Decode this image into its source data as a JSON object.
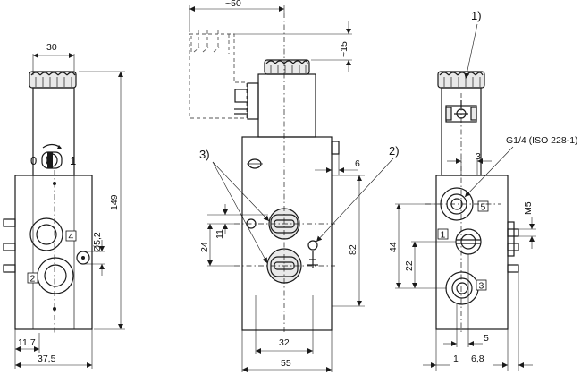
{
  "views": {
    "left": {
      "dim_width_top": "30",
      "dim_height": "149",
      "dim_port_dia": "Ø5,2",
      "dim_bottom_a": "11,7",
      "dim_bottom_b": "37,5",
      "switch_off": "0",
      "switch_on": "1",
      "port_a": "4",
      "port_b": "2"
    },
    "middle": {
      "dim_top": "~50",
      "dim_connector": "~15",
      "dim_side": "6",
      "dim_11": "11",
      "dim_24": "24",
      "dim_82": "82",
      "dim_32": "32",
      "dim_55": "55",
      "callout_3": "3)",
      "callout_2": "2)"
    },
    "right": {
      "callout_1": "1)",
      "thread_label": "G1/4 (ISO 228-1)",
      "dim_3": "3",
      "dim_m5": "M5",
      "dim_44": "44",
      "dim_22": "22",
      "dim_5": "5",
      "dim_1": "1",
      "dim_68": "6,8",
      "port_5": "5",
      "port_1": "1",
      "port_3": "3"
    }
  }
}
